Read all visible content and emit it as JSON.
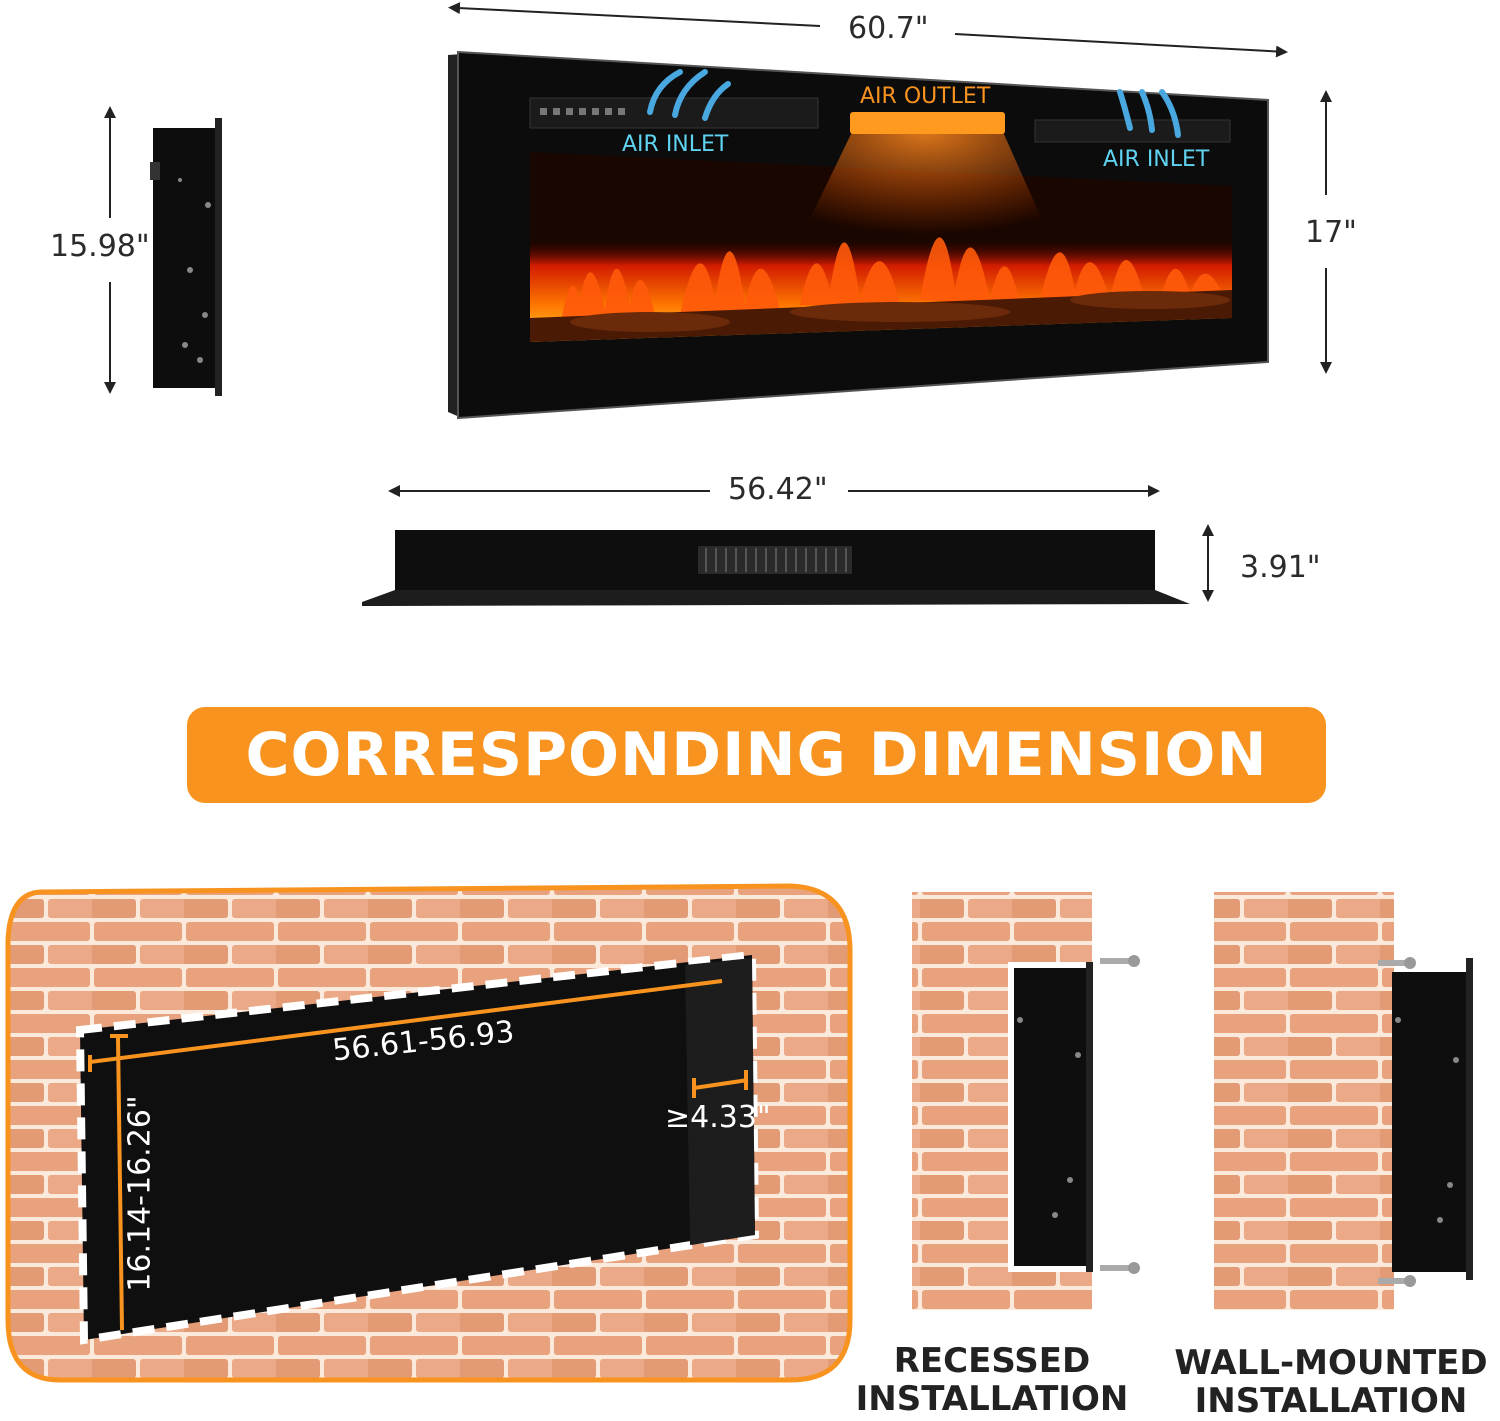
{
  "dimensions": {
    "total_width": "60.7\"",
    "height": "17\"",
    "side_height": "15.98\"",
    "body_width": "56.42\"",
    "depth": "3.91\""
  },
  "fireplace_labels": {
    "air_inlet_left": "AIR INLET",
    "air_outlet": "AIR OUTLET",
    "air_inlet_right": "AIR INLET"
  },
  "banner": {
    "title": "CORRESPONDING DIMENSION"
  },
  "cutout": {
    "width": "56.61-56.93",
    "height": "16.14-16.26\"",
    "depth": "≥4.33\""
  },
  "installations": {
    "recessed_line1": "RECESSED",
    "recessed_line2": "INSTALLATION",
    "wall_line1": "WALL-MOUNTED",
    "wall_line2": "INSTALLATION"
  },
  "colors": {
    "accent_orange": "#f7931e",
    "air_inlet_blue": "#5fd3f0",
    "air_outlet_orange": "#f7931e",
    "brick": "#e8a27e",
    "mortar": "#fbe9dc"
  }
}
